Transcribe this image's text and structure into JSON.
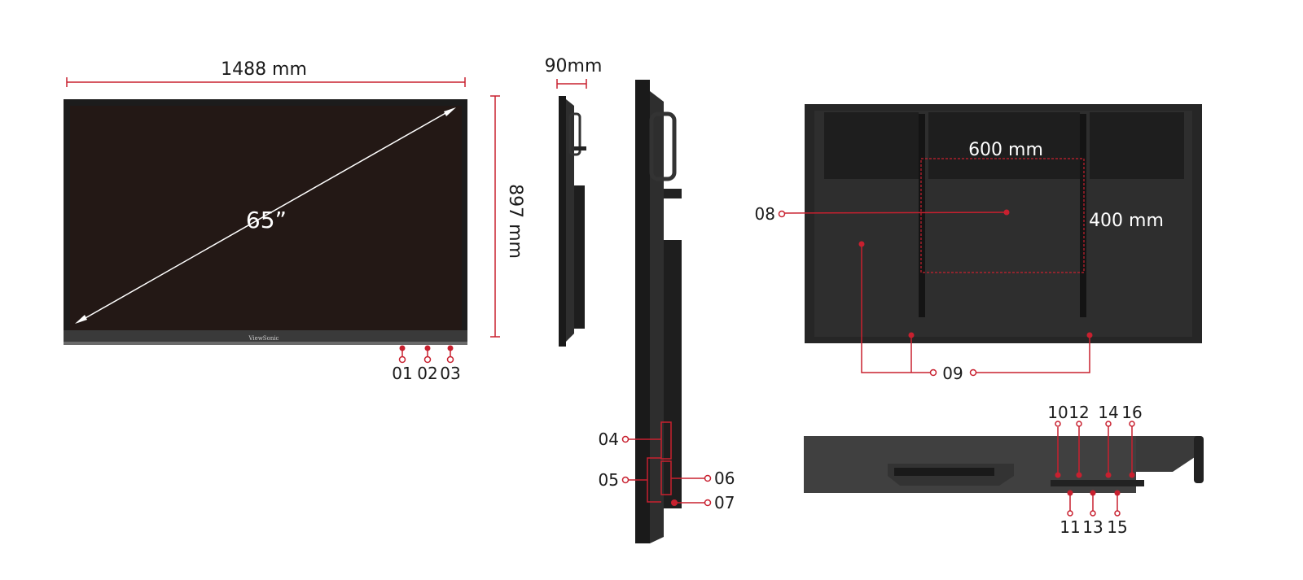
{
  "dimensions": {
    "width": "1488 mm",
    "height": "897 mm",
    "depth": "90mm",
    "diagonal": "65”",
    "vesa_width": "600  mm",
    "vesa_height": "400 mm"
  },
  "brand_logo": "ViewSonic",
  "callouts": {
    "c01": "01",
    "c02": "02",
    "c03": "03",
    "c04": "04",
    "c05": "05",
    "c06": "06",
    "c07": "07",
    "c08": "08",
    "c09": "09",
    "c10": "10",
    "c11": "11",
    "c12": "12",
    "c13": "13",
    "c14": "14",
    "c15": "15",
    "c16": "16"
  },
  "colors": {
    "accent": "#c8202f",
    "screen": "#231815",
    "body": "#2b2b2b"
  }
}
